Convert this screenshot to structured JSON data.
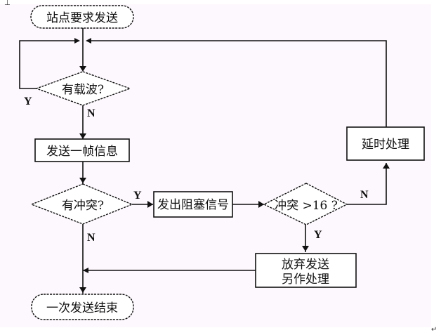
{
  "diagram": {
    "type": "flowchart",
    "nodes": {
      "start": "站点要求发送",
      "carrier_check": "有载波?",
      "send_frame": "发送一帧信息",
      "collision_check": "有冲突?",
      "jam_signal": "发出阻塞信号",
      "collision_count_check": "冲突 >16 ?",
      "delay": "延时处理",
      "abort_line1": "放弃发送",
      "abort_line2": "另作处理",
      "end": "一次发送结束"
    },
    "edge_labels": {
      "carrier_yes": "Y",
      "carrier_no": "N",
      "collision_yes": "Y",
      "collision_no": "N",
      "count_no": "N",
      "count_yes": "Y"
    },
    "edges": [
      {
        "from": "start",
        "to": "carrier_check"
      },
      {
        "from": "carrier_check",
        "to": "carrier_check",
        "label": "Y"
      },
      {
        "from": "carrier_check",
        "to": "send_frame",
        "label": "N"
      },
      {
        "from": "send_frame",
        "to": "collision_check"
      },
      {
        "from": "collision_check",
        "to": "jam_signal",
        "label": "Y"
      },
      {
        "from": "collision_check",
        "to": "end",
        "label": "N"
      },
      {
        "from": "jam_signal",
        "to": "collision_count_check"
      },
      {
        "from": "collision_count_check",
        "to": "delay",
        "label": "N"
      },
      {
        "from": "collision_count_check",
        "to": "abort",
        "label": "Y"
      },
      {
        "from": "delay",
        "to": "carrier_check"
      },
      {
        "from": "abort",
        "to": "end"
      }
    ],
    "page_marks": {
      "top_left": "⊥",
      "return_mark": "↵"
    }
  }
}
